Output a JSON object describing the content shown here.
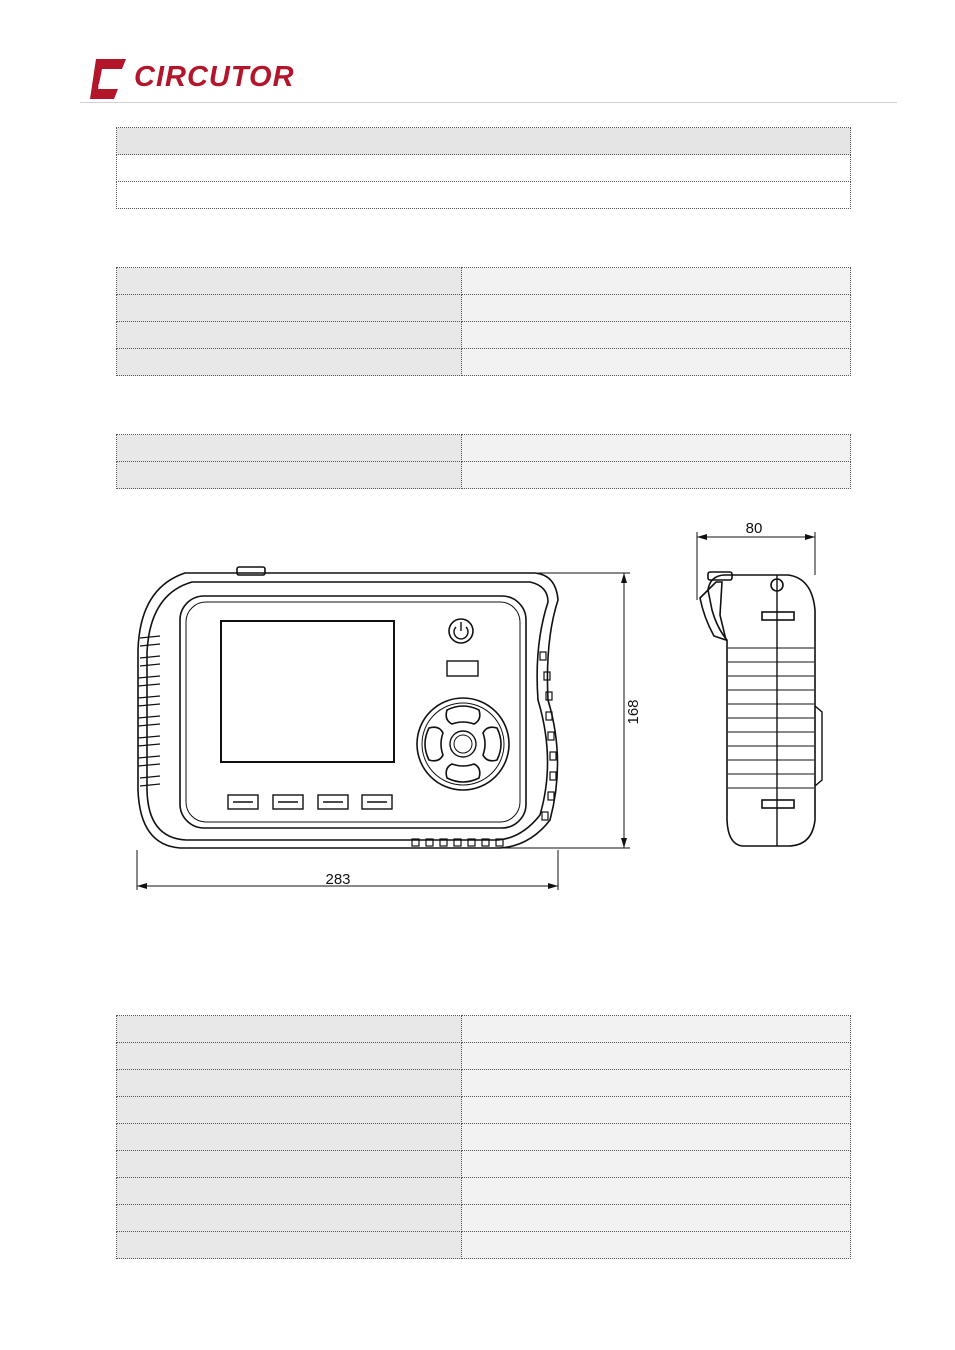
{
  "brand": {
    "name": "CIRCUTOR",
    "color": "#b3162a",
    "logo_icon": "circutor-logo-icon"
  },
  "drawing": {
    "front_width": "283",
    "front_height": "168",
    "side_depth": "80",
    "icons": [
      "power-icon",
      "navigation-pad-icon",
      "function-key-icon"
    ]
  },
  "tables": {
    "t1": {
      "rows": [
        [
          "",
          ""
        ],
        [
          "",
          ""
        ],
        [
          "",
          ""
        ]
      ]
    },
    "t2": {
      "rows": [
        [
          "",
          ""
        ],
        [
          "",
          ""
        ],
        [
          "",
          ""
        ],
        [
          "",
          ""
        ]
      ]
    },
    "t3": {
      "rows": [
        [
          "",
          ""
        ],
        [
          "",
          ""
        ]
      ]
    },
    "t4": {
      "rows": [
        [
          "",
          ""
        ],
        [
          "",
          ""
        ],
        [
          "",
          ""
        ],
        [
          "",
          ""
        ],
        [
          "",
          ""
        ],
        [
          "",
          ""
        ],
        [
          "",
          ""
        ],
        [
          "",
          ""
        ],
        [
          "",
          ""
        ]
      ]
    }
  }
}
